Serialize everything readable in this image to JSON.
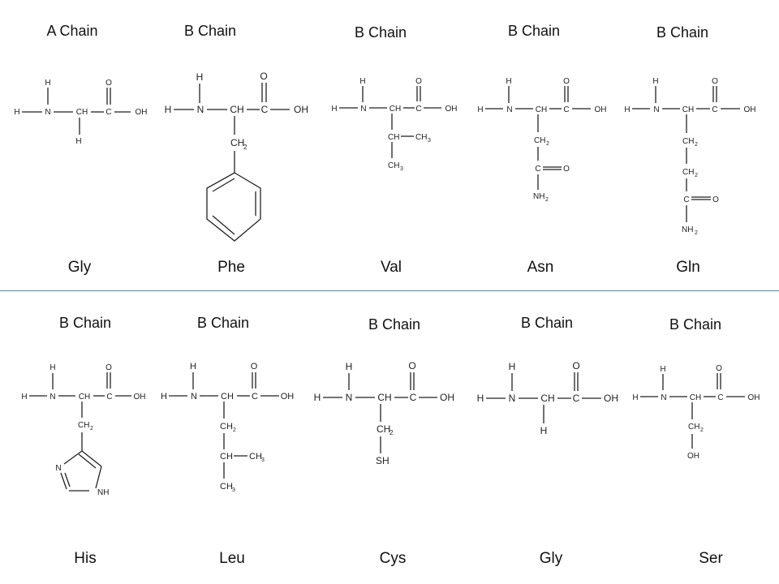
{
  "top_row": [
    {
      "chain": "A Chain",
      "name": "Gly"
    },
    {
      "chain": "B Chain",
      "name": "Phe"
    },
    {
      "chain": "B Chain",
      "name": "Val"
    },
    {
      "chain": "B Chain",
      "name": "Asn"
    },
    {
      "chain": "B Chain",
      "name": "Gln"
    }
  ],
  "bottom_row": [
    {
      "chain": "B Chain",
      "name": "His"
    },
    {
      "chain": "B Chain",
      "name": "Leu"
    },
    {
      "chain": "B Chain",
      "name": "Cys"
    },
    {
      "chain": "B Chain",
      "name": "Gly"
    },
    {
      "chain": "B Chain",
      "name": "Ser"
    }
  ],
  "atoms": {
    "H": "H",
    "N": "N",
    "CH": "CH",
    "C": "C",
    "O": "O",
    "OH": "OH",
    "CH2": "CH",
    "CH3": "CH",
    "sub2": "2",
    "sub3": "3",
    "NH2": "NH",
    "SH": "SH",
    "NH": "NH"
  }
}
